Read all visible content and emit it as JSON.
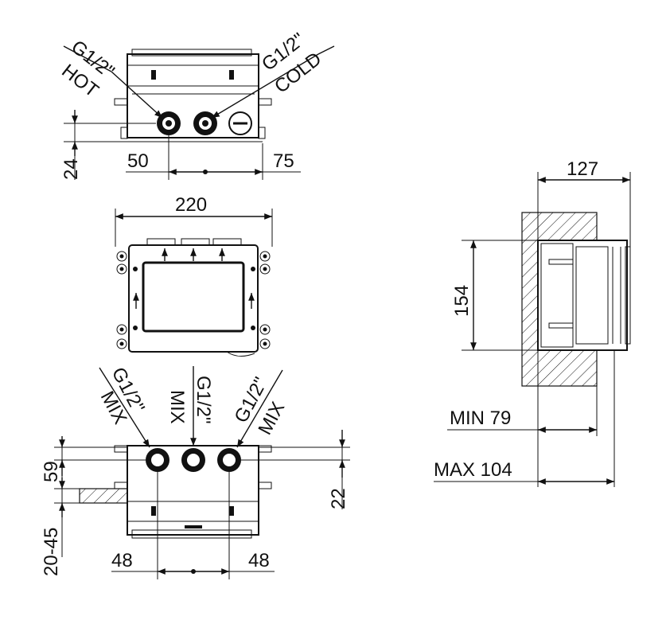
{
  "top_view": {
    "label_left_thread": "G1/2\"",
    "label_left_name": "HOT",
    "label_right_thread": "G1/2\"",
    "label_right_name": "COLD",
    "dim_left": "50",
    "dim_right": "75",
    "dim_height": "24"
  },
  "front_view": {
    "dim_width": "220"
  },
  "bottom_view": {
    "label_1_thread": "G1/2\"",
    "label_1_name": "MIX",
    "label_2_thread": "G1/2\"",
    "label_2_name": "MIX",
    "label_3_thread": "G1/2\"",
    "label_3_name": "MIX",
    "dim_59": "59",
    "dim_20_45": "20-45",
    "dim_22": "22",
    "dim_left": "48",
    "dim_right": "48"
  },
  "side_view": {
    "dim_depth": "127",
    "dim_height": "154",
    "dim_min": "MIN 79",
    "dim_max": "MAX 104"
  }
}
